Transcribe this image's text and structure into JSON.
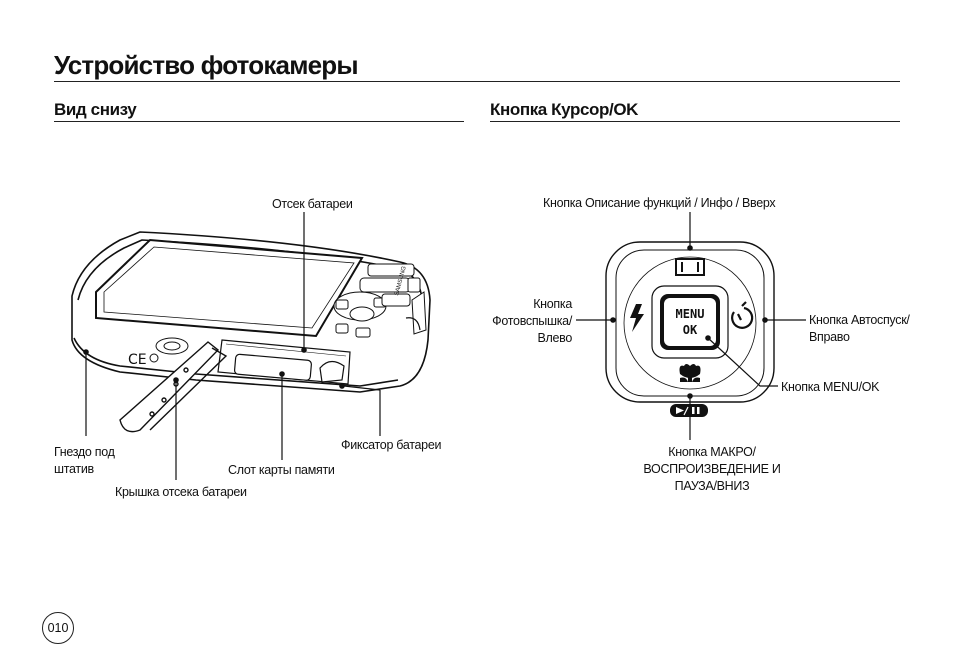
{
  "header": {
    "title": "Устройство фотокамеры"
  },
  "sections": {
    "bottom_view": {
      "title": "Вид снизу"
    },
    "cursor_button": {
      "title": "Кнопка Курсор/OK"
    }
  },
  "bottom_labels": {
    "battery_compartment": "Отсек батареи",
    "tripod_socket_line1": "Гнездо под",
    "tripod_socket_line2": "штатив",
    "battery_cover": "Крышка отсека батареи",
    "memory_card_slot": "Слот карты памяти",
    "battery_holder": "Фиксатор батареи"
  },
  "cursor_labels": {
    "up_button": "Кнопка Описание функций / Инфо / Вверх",
    "left_line1": "Кнопка",
    "left_line2": "Фотовспышка/",
    "left_line3": "Влево",
    "right_line1": "Кнопка Автоспуск/",
    "right_line2": "Вправо",
    "menu_ok": "Кнопка MENU/OK",
    "down_line1": "Кнопка МАКРО/",
    "down_line2": "ВОСПРОИЗВЕДЕНИЕ И",
    "down_line3": "ПАУЗА/ВНИЗ"
  },
  "dial": {
    "menu_text": "MENU",
    "ok_text": "OK"
  },
  "camera": {
    "brand_text": "SAMSUNG"
  },
  "footer": {
    "page_number": "010"
  }
}
